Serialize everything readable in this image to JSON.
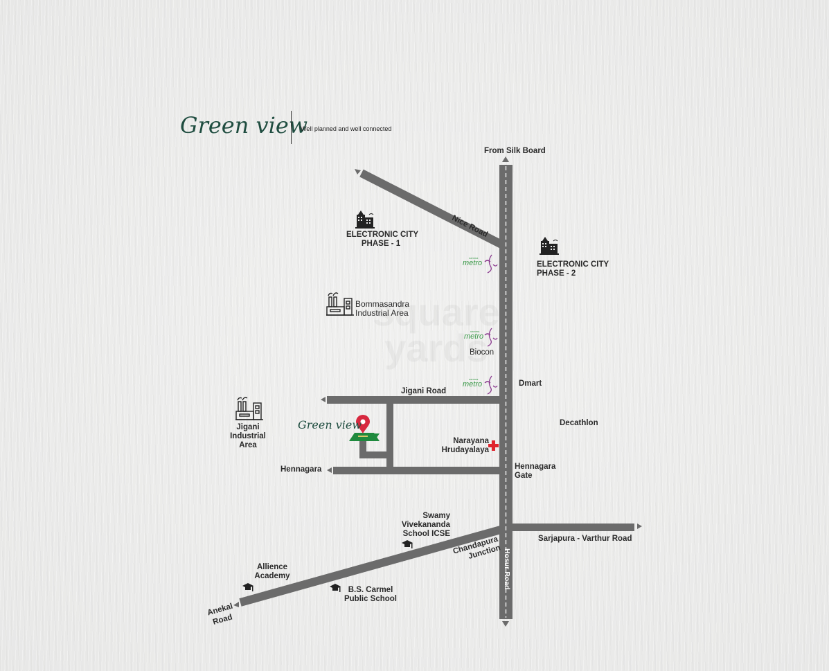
{
  "header": {
    "brand_name": "Green view",
    "tagline": "Well planned and well connected"
  },
  "roads": {
    "main_top_label": "From Silk Board",
    "nice_road": "Nice Road",
    "jigani_road": "Jigani Road",
    "hennagara": "Hennagara",
    "hosur_road": "Hosur Road",
    "sarjapura_road": "Sarjapura - Varthur Road",
    "anekal_road_line1": "Anekal",
    "anekal_road_line2": "Road",
    "chandapura_line1": "Chandapura",
    "chandapura_line2": "Junction"
  },
  "landmarks": {
    "ec_phase1_line1": "ELECTRONIC CITY",
    "ec_phase1_line2": "PHASE - 1",
    "ec_phase2_line1": "ELECTRONIC CITY",
    "ec_phase2_line2": "PHASE - 2",
    "bommasandra_line1": "Bommasandra",
    "bommasandra_line2": "Industrial Area",
    "biocon": "Biocon",
    "dmart": "Dmart",
    "decathlon": "Decathlon",
    "jigani_line1": "Jigani",
    "jigani_line2": "Industrial",
    "jigani_line3": "Area",
    "narayana_line1": "Narayana",
    "narayana_line2": "Hrudayalaya",
    "hennagara_gate_line1": "Hennagara",
    "hennagara_gate_line2": "Gate",
    "swamy_line1": "Swamy",
    "swamy_line2": "Vivekananda",
    "swamy_line3": "School ICSE",
    "allience_line1": "Allience",
    "allience_line2": "Academy",
    "carmel_line1": "B.S. Carmel",
    "carmel_line2": "Public School",
    "project_marker_label": "Green view"
  },
  "metro": {
    "label": "metro",
    "sublabel": "namma"
  },
  "watermark": {
    "line1": "square",
    "line2": "yards"
  },
  "colors": {
    "road": "#6b6b6b",
    "brand_green": "#1f4d40",
    "pin_red": "#d7283f",
    "plot_green": "#1f8a3e",
    "hospital_red": "#e0252e",
    "metro_green": "#3c9a4a",
    "metro_purple": "#8a3a8e"
  }
}
